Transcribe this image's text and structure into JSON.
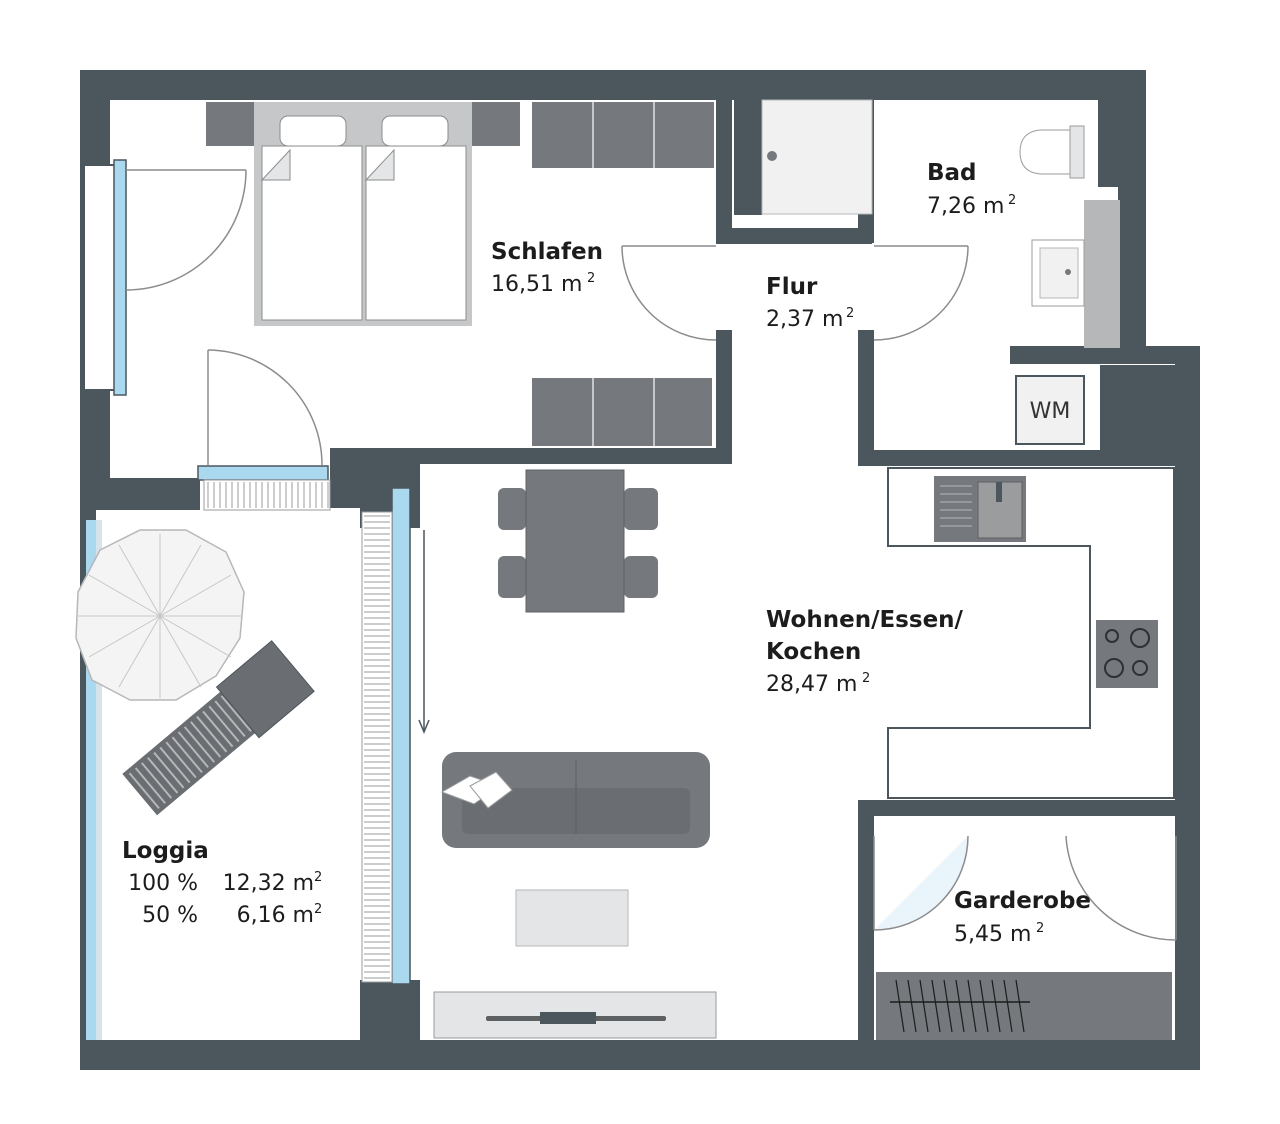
{
  "rooms": {
    "schlafen": {
      "name": "Schlafen",
      "area": "16,51 m",
      "unit_sup": "2"
    },
    "flur": {
      "name": "Flur",
      "area": "2,37 m",
      "unit_sup": "2"
    },
    "bad": {
      "name": "Bad",
      "area": "7,26 m",
      "unit_sup": "2"
    },
    "wohnen": {
      "name_line1": "Wohnen/Essen/",
      "name_line2": "Kochen",
      "area": "28,47 m",
      "unit_sup": "2"
    },
    "garderobe": {
      "name": "Garderobe",
      "area": "5,45 m",
      "unit_sup": "2"
    },
    "loggia": {
      "name": "Loggia",
      "rows": [
        {
          "percent": "100 %",
          "area": "12,32 m",
          "unit_sup": "2"
        },
        {
          "percent": "50 %",
          "area": "6,16 m",
          "unit_sup": "2"
        }
      ]
    }
  },
  "fixtures": {
    "washing_machine_label": "WM"
  },
  "colors": {
    "wall": "#4b575d",
    "furniture": "#75787c",
    "light_gray": "#b5b7b9",
    "window_blue": "#a9d8ef",
    "floor": "#ffffff"
  }
}
